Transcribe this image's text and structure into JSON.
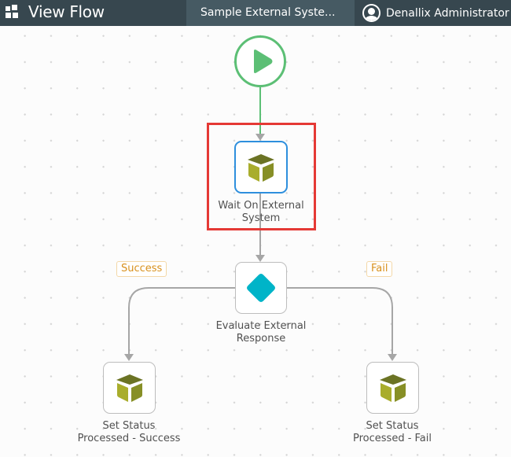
{
  "header": {
    "app_title": "View Flow",
    "app_icon": "grid-icon",
    "active_tab": "Sample External Syste...",
    "user": {
      "icon": "user-avatar-icon",
      "name": "Denallix Administrator"
    }
  },
  "flow": {
    "start": {
      "icon": "play-icon",
      "color": "#5cbf75"
    },
    "nodes": [
      {
        "id": "wait",
        "label_line1": "Wait On External",
        "label_line2": "System",
        "icon": "package-cube-icon",
        "selected": true
      },
      {
        "id": "evaluate",
        "label_line1": "Evaluate External",
        "label_line2": "Response",
        "icon": "decision-diamond-icon"
      },
      {
        "id": "success",
        "label_line1": "Set Status",
        "label_line2": "Processed - Success",
        "icon": "package-cube-icon"
      },
      {
        "id": "fail",
        "label_line1": "Set Status",
        "label_line2": "Processed - Fail",
        "icon": "package-cube-icon"
      }
    ],
    "branches": {
      "success": "Success",
      "fail": "Fail"
    },
    "colors": {
      "start_edge": "#5cbf75",
      "edge": "#a6a6a6",
      "selected_border": "#2e8fdd",
      "highlight": "#e53935",
      "decision": "#00b4c8",
      "branch_text": "#d8901c",
      "cube_top": "#6b7324",
      "cube_left": "#a9ad2c",
      "cube_right": "#878f26"
    }
  }
}
